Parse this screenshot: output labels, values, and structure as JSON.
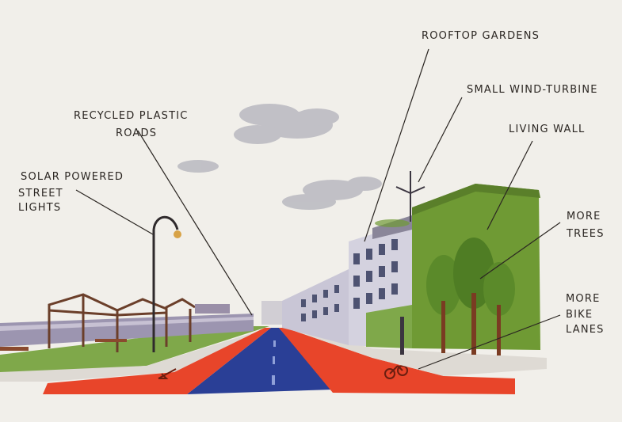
{
  "labels": {
    "rooftop": "ROOFTOP GARDENS",
    "turbine": "SMALL WIND-TURBINE",
    "living_wall": "LIVING WALL",
    "recycled_line1": "RECYCLED PLASTIC",
    "recycled_line2": "ROADS",
    "solar_line1": "SOLAR POWERED",
    "solar_line2": "STREET",
    "solar_line3": "LIGHTS",
    "trees_line1": "MORE",
    "trees_line2": "TREES",
    "bike_line1": "MORE",
    "bike_line2": "BIKE",
    "bike_line3": "LANES"
  },
  "colors": {
    "paper": "#f1efea",
    "road": "#2a3f96",
    "bike_lane": "#e8452a",
    "living_wall": "#6f9a34",
    "grass": "#7fa84a",
    "ink": "#2b2622"
  }
}
